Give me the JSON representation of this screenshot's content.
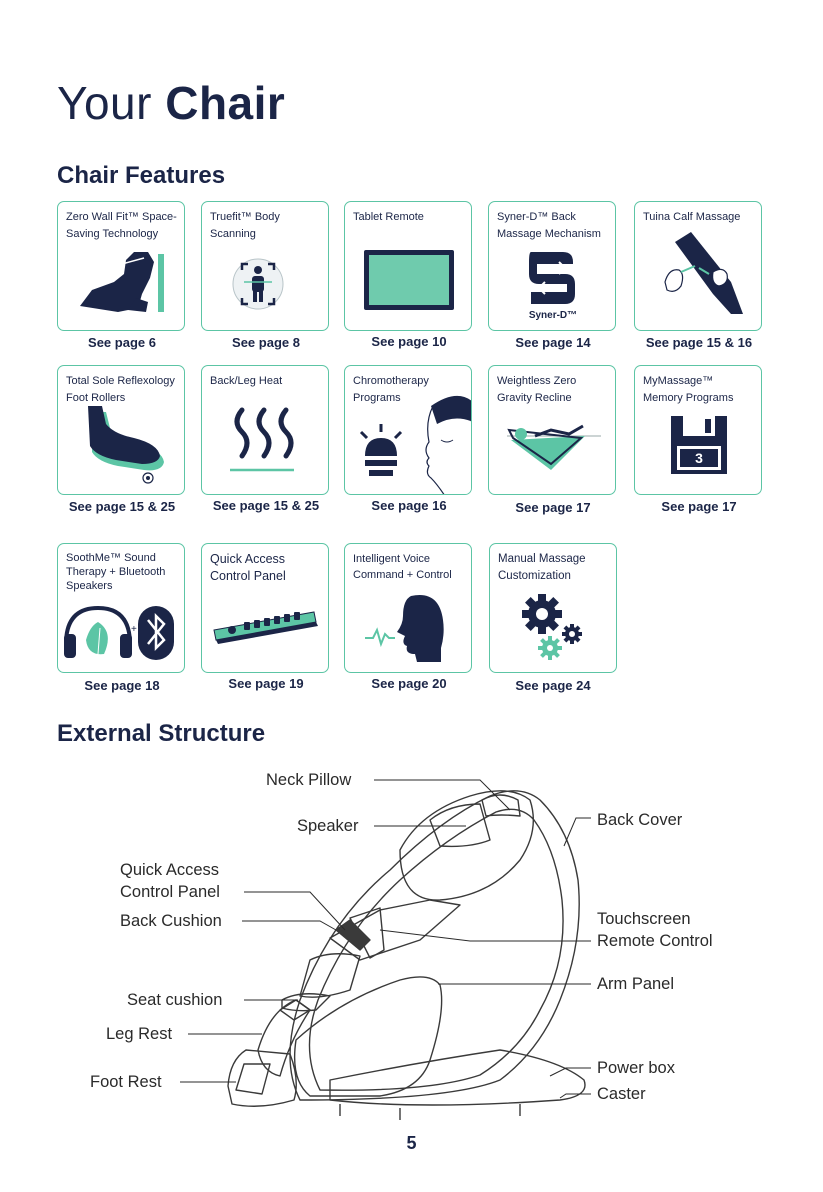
{
  "page": {
    "title_light": "Your",
    "title_bold": "Chair",
    "section_features": "Chair Features",
    "section_structure": "External Structure",
    "page_number": "5"
  },
  "features": [
    {
      "label": "Zero Wall Fit™ Space-Saving Technology",
      "see": "See page 6",
      "icon": "chair-recline-icon"
    },
    {
      "label": "Truefit™ Body Scanning",
      "see": "See page 8",
      "icon": "body-scan-icon"
    },
    {
      "label": "Tablet Remote",
      "see": "See page 10",
      "icon": "tablet-icon"
    },
    {
      "label": "Syner-D™ Back Massage Mechanism",
      "see": "See page 14",
      "icon": "syner-d-logo-icon",
      "logo_text": "Syner-D™"
    },
    {
      "label": "Tuina Calf Massage",
      "see": "See page 15 & 16",
      "icon": "calf-massage-icon"
    },
    {
      "label": "Total Sole Reflexology Foot Rollers",
      "see": "See page 15 & 25",
      "icon": "foot-roller-icon"
    },
    {
      "label": "Back/Leg Heat",
      "see": "See page 15 & 25",
      "icon": "heat-icon"
    },
    {
      "label": "Chromotherapy Programs",
      "see": "See page 16",
      "icon": "light-therapy-icon"
    },
    {
      "label": "Weightless Zero Gravity Recline",
      "see": "See page 17",
      "icon": "zero-gravity-icon"
    },
    {
      "label": "MyMassage™ Memory Programs",
      "see": "See page 17",
      "icon": "floppy-disk-icon",
      "badge": "3"
    },
    {
      "label": "SoothMe™ Sound Therapy + Bluetooth Speakers",
      "see": "See page 18",
      "icon": "headphones-bluetooth-icon",
      "plus": "+"
    },
    {
      "label": "Quick Access Control Panel",
      "see": "See page 19",
      "icon": "control-panel-icon"
    },
    {
      "label": "Intelligent Voice Command + Control",
      "see": "See page 20",
      "icon": "voice-command-icon"
    },
    {
      "label": "Manual Massage Customization",
      "see": "See page 24",
      "icon": "gears-icon"
    }
  ],
  "structure_labels": {
    "neck_pillow": "Neck Pillow",
    "speaker": "Speaker",
    "quick_access_1": "Quick Access",
    "quick_access_2": "Control Panel",
    "back_cushion": "Back Cushion",
    "seat_cushion": "Seat cushion",
    "leg_rest": "Leg Rest",
    "foot_rest": "Foot Rest",
    "back_cover": "Back Cover",
    "touchscreen_1": "Touchscreen",
    "touchscreen_2": "Remote Control",
    "arm_panel": "Arm Panel",
    "power_box": "Power box",
    "caster": "Caster"
  },
  "colors": {
    "navy": "#1b2547",
    "teal": "#5cc5a5",
    "tablet": "#6fcbad"
  }
}
